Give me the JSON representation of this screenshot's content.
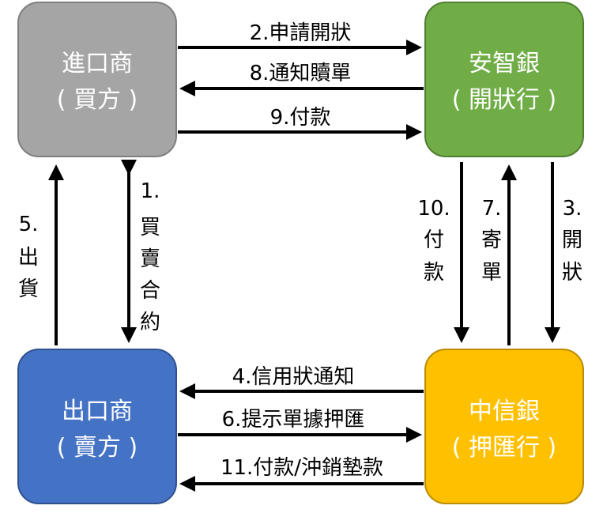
{
  "nodes": {
    "importer": {
      "name": "進口商",
      "role": "( 買方 )",
      "fill": "#A5A5A5",
      "stroke": "#7F7F7F"
    },
    "issuing_bank": {
      "name": "安智銀",
      "role": "( 開狀行 )",
      "fill": "#70AD47",
      "stroke": "#507E32"
    },
    "exporter": {
      "name": "出口商",
      "role": "( 賣方 )",
      "fill": "#4472C4",
      "stroke": "#2F528F"
    },
    "negotiating_bank": {
      "name": "中信銀",
      "role": "( 押匯行 )",
      "fill": "#FFC000",
      "stroke": "#BC8C00"
    }
  },
  "edges": {
    "apply_lc": "2.申請開狀",
    "notify_redeem": "8.通知贖單",
    "pay": "9.付款",
    "contract": [
      "1.",
      "買",
      "賣",
      "合",
      "約"
    ],
    "ship": [
      "5.",
      "出",
      "貨"
    ],
    "pay_bank": [
      "10.",
      "付",
      "款"
    ],
    "send_docs": [
      "7.",
      "寄",
      "單"
    ],
    "issue_lc": [
      "3.",
      "開",
      "狀"
    ],
    "lc_notice": "4.信用狀通知",
    "present_docs": "6.提示單據押匯",
    "pay_writeoff": "11.付款/沖銷墊款"
  },
  "colors": {
    "arrow": "#000000",
    "node_text": "#FFFFFF"
  }
}
